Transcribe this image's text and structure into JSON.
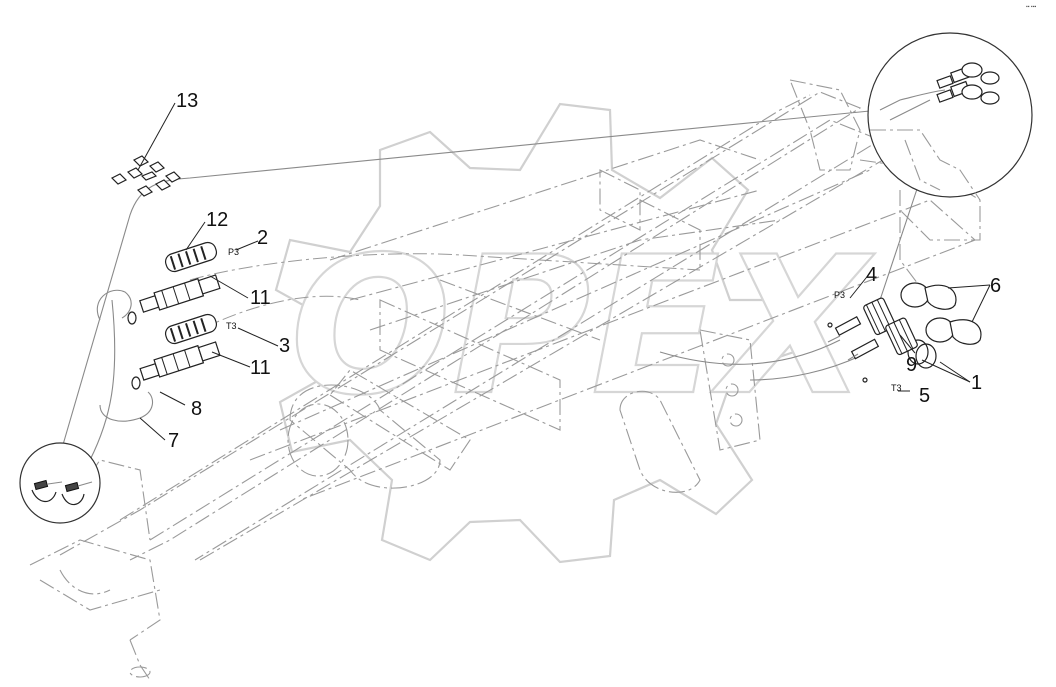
{
  "watermark": {
    "text": "OPEX",
    "emblem": "gear-emblem"
  },
  "corner_mark": "▪▪ ▪▪▪",
  "callouts": [
    {
      "id": "callout-1",
      "label": "1"
    },
    {
      "id": "callout-2",
      "label": "2"
    },
    {
      "id": "callout-3",
      "label": "3"
    },
    {
      "id": "callout-4",
      "label": "4"
    },
    {
      "id": "callout-5",
      "label": "5"
    },
    {
      "id": "callout-6",
      "label": "6"
    },
    {
      "id": "callout-7",
      "label": "7"
    },
    {
      "id": "callout-8",
      "label": "8"
    },
    {
      "id": "callout-9",
      "label": "9"
    },
    {
      "id": "callout-11a",
      "label": "11"
    },
    {
      "id": "callout-11b",
      "label": "11"
    },
    {
      "id": "callout-12",
      "label": "12"
    },
    {
      "id": "callout-13",
      "label": "13"
    }
  ],
  "port_labels": {
    "p3_left": "P3",
    "t3_left": "T3",
    "p3_right": "P3",
    "t3_right": "T3"
  },
  "icons": {
    "coupler": "quick-coupler-icon",
    "protector": "dust-cap-icon",
    "clip": "hose-clip-icon",
    "detail": "detail-magnifier-circle"
  }
}
